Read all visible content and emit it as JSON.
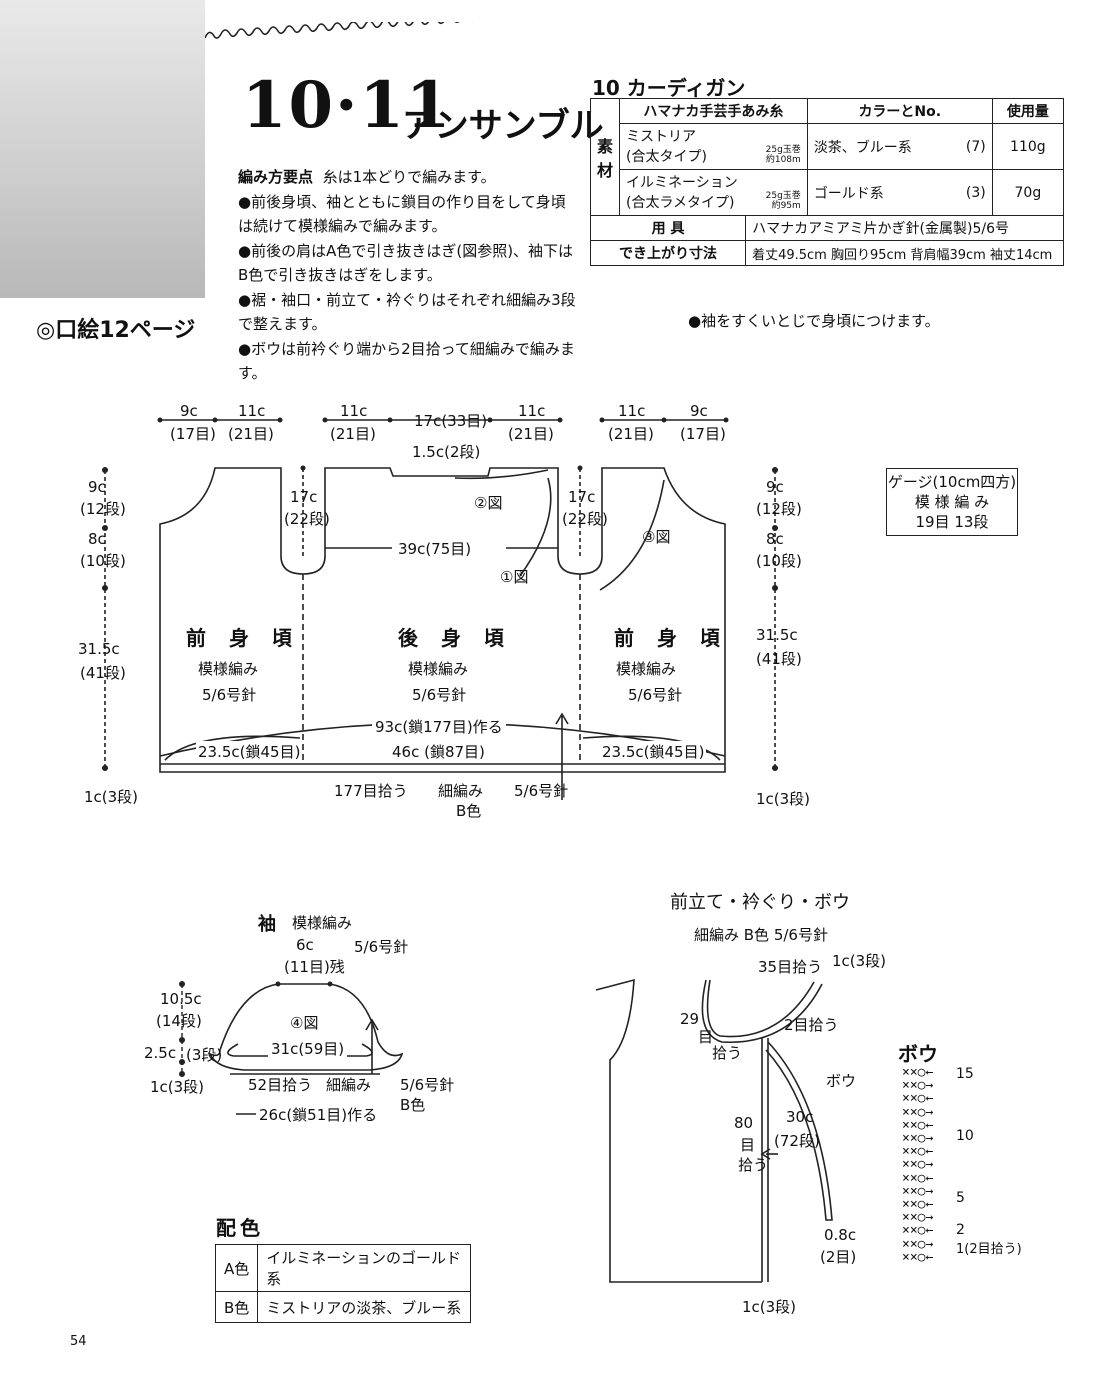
{
  "header": {
    "title_number": "10·11",
    "title_text": "アンサンブル",
    "kuchie": "◎口絵12ページ"
  },
  "points": {
    "heading": "編み方要点",
    "lines": [
      "糸は1本どりで編みます。",
      "●前後身頃、袖とともに鎖目の作り目をして身頃は続けて模様編みで編みます。",
      "●前後の肩はA色で引き抜きはぎ(図参照)、袖下はB色で引き抜きはぎをします。",
      "●裾・袖口・前立て・衿ぐりはそれぞれ細編み3段で整えます。",
      "●ボウは前衿ぐり端から2目拾って細編みで編みます。"
    ]
  },
  "spec": {
    "heading": "10 カーディガン",
    "col_yarn": "ハマナカ手芸手あみ糸",
    "col_color": "カラーとNo.",
    "col_amount": "使用量",
    "material_label": "素材",
    "rows": [
      {
        "yarn": "ミストリア",
        "type": "(合太タイプ)",
        "ball": "25g玉巻",
        "length": "約108m",
        "color": "淡茶、ブルー系",
        "no": "(7)",
        "amount": "110g"
      },
      {
        "yarn": "イルミネーション",
        "type": "(合太ラメタイプ)",
        "ball": "25g玉巻",
        "length": "約95m",
        "color": "ゴールド系",
        "no": "(3)",
        "amount": "70g"
      }
    ],
    "tools_label": "用 具",
    "tools_value": "ハマナカアミアミ片かぎ針(金属製)5/6号",
    "size_label": "でき上がり寸法",
    "size_value": "着丈49.5cm 胸回り95cm 背肩幅39cm 袖丈14cm"
  },
  "sleeve_note": "●袖をすくいとじで身頃につけます。",
  "gauge": {
    "line1": "ゲージ(10cm四方)",
    "line2": "模 様 編 み",
    "line3": "19目 13段"
  },
  "body": {
    "top_left": [
      "9c",
      "(17目)",
      "11c",
      "(21目)"
    ],
    "top_center": [
      "11c",
      "(21目)",
      "17c(33目)",
      "11c",
      "(21目)"
    ],
    "top_right": [
      "11c",
      "(21目)",
      "9c",
      "(17目)"
    ],
    "neck_drop": "1.5c(2段)",
    "fig2": "②図",
    "fig1": "①図",
    "fig3": "③図",
    "armhole_l": [
      "17c",
      "(22段)"
    ],
    "armhole_r": [
      "17c",
      "(22段)"
    ],
    "back_width": "39c(75目)",
    "left_dims": [
      "9c",
      "(12段)",
      "8c",
      "(10段)",
      "31.5c",
      "(41段)",
      "1c(3段)"
    ],
    "right_dims": [
      "9c",
      "(12段)",
      "8c",
      "(10段)",
      "31.5c",
      "(41段)",
      "1c(3段)"
    ],
    "front_l": [
      "前 身 頃",
      "模様編み",
      "5/6号針"
    ],
    "back": [
      "後 身 頃",
      "模様編み",
      "5/6号針"
    ],
    "front_r": [
      "前 身 頃",
      "模様編み",
      "5/6号針"
    ],
    "chain_total": "93c(鎖177目)作る",
    "hem_l": "23.5c(鎖45目)",
    "hem_c": "46c (鎖87目)",
    "hem_r": "23.5c(鎖45目)",
    "pickup": "177目拾う",
    "hem_stitch": [
      "細編み",
      "B色"
    ],
    "hem_needle": "5/6号針"
  },
  "sleeve": {
    "title": "袖",
    "pattern": "模様編み",
    "needle": "5/6号針",
    "top": [
      "6c",
      "(11目)残"
    ],
    "left": [
      "10.5c",
      "(14段)",
      "2.5c",
      "(3段)",
      "1c(3段)"
    ],
    "fig4": "④図",
    "width": "31c(59目)",
    "pickup": "52目拾う",
    "stitch": [
      "細編み",
      "B色"
    ],
    "needle2": "5/6号針",
    "chain": "26c(鎖51目)作る"
  },
  "front_band": {
    "title": "前立て・衿ぐり・ボウ",
    "subtitle": "細編み B色 5/6号針",
    "neck_pick": "35目拾う",
    "rows3": "1c(3段)",
    "pick29": [
      "29",
      "目",
      "拾う"
    ],
    "pick2": "2目拾う",
    "bow": "ボウ",
    "bow_len": [
      "30c",
      "(72段)"
    ],
    "pick80": [
      "80",
      "目",
      "拾う"
    ],
    "bow_end": [
      "0.8c",
      "(2目)"
    ],
    "bottom": "1c(3段)"
  },
  "bow_chart": {
    "title": "ボウ",
    "labels": [
      "15",
      "10",
      "5",
      "2",
      "1(2目拾う)"
    ]
  },
  "haishoku": {
    "title": "配色",
    "rows": [
      {
        "key": "A色",
        "value": "イルミネーションのゴールド系"
      },
      {
        "key": "B色",
        "value": "ミストリアの淡茶、ブルー系"
      }
    ]
  },
  "page_number": "54"
}
